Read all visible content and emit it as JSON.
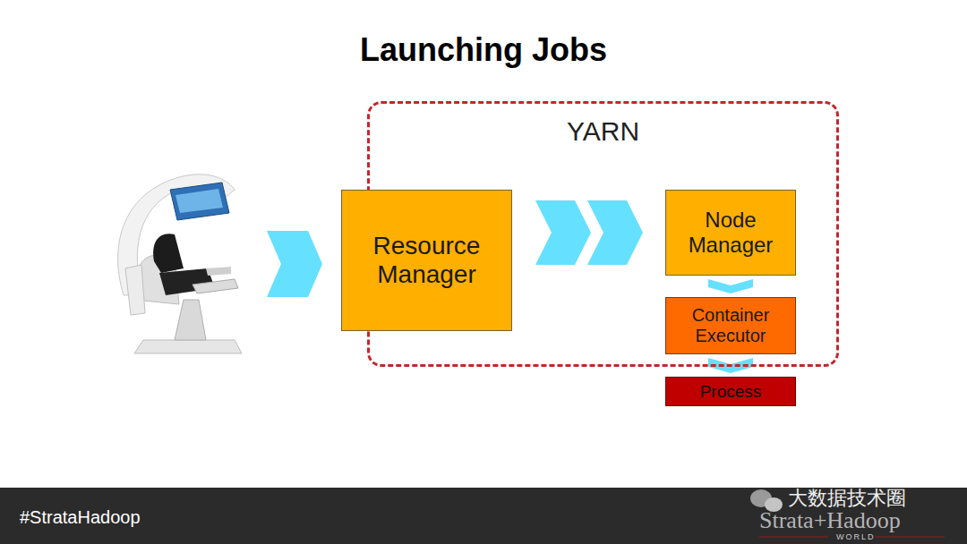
{
  "diagram": {
    "title": "Launching Jobs",
    "nodes": [
      {
        "text": [
          "YARN"
        ]
      },
      {
        "text": [
          "Resource Manager"
        ],
        "in": 0
      },
      {
        "text": [
          "Node Manager"
        ],
        "in": 0
      },
      {
        "text": [
          "Container Executor"
        ],
        "in": 0
      },
      {
        "text": [
          "Process"
        ]
      }
    ],
    "edges": [
      {
        "from": 1,
        "to": 2,
        "arrow": "to"
      },
      {
        "from": 2,
        "to": 3,
        "arrow": "to"
      },
      {
        "from": 3,
        "to": 4,
        "arrow": "to"
      }
    ],
    "labels": [
      "#StrataHadoop",
      "大数据技术圈",
      "Strata+Hadoop",
      "WORLD"
    ]
  }
}
